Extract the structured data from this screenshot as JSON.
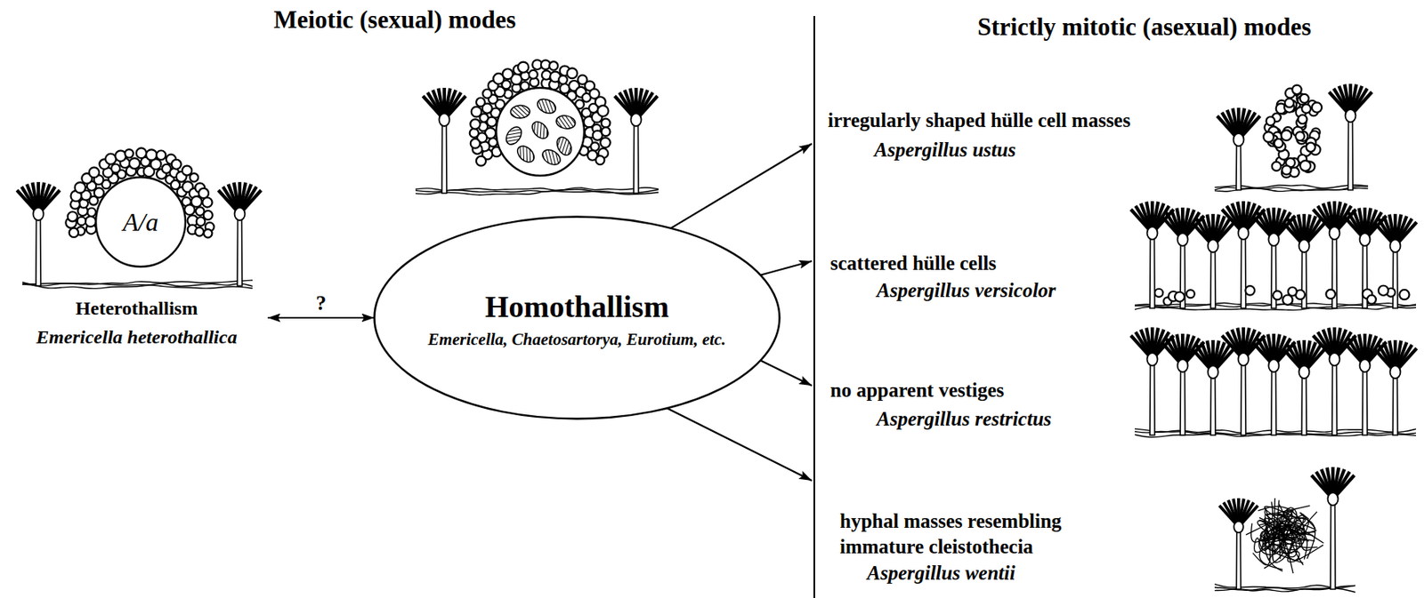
{
  "diagram": {
    "nodes": [
      {
        "text": [
          "A/a",
          "Heterothallism",
          "Emericella heterothallica"
        ]
      },
      {
        "text": [
          "Homothallism",
          "Emericella, Chaetosartorya, Eurotium, etc."
        ]
      },
      {
        "text": [
          "irregularly shaped hülle cell masses",
          "Aspergillus ustus"
        ]
      },
      {
        "text": [
          "scattered hülle cells",
          "Aspergillus versicolor"
        ]
      },
      {
        "text": [
          "no apparent vestiges",
          "Aspergillus restrictus"
        ]
      },
      {
        "text": [
          "hyphal masses resembling immature cleistothecia",
          "Aspergillus wentii"
        ]
      }
    ],
    "edges": [
      {
        "from": 0,
        "to": 1,
        "label": "?",
        "arrow": "both"
      },
      {
        "from": 1,
        "to": 2,
        "arrow": "to"
      },
      {
        "from": 1,
        "to": 3,
        "arrow": "to"
      },
      {
        "from": 1,
        "to": 4,
        "arrow": "to"
      },
      {
        "from": 1,
        "to": 5,
        "arrow": "to"
      }
    ],
    "labels": [
      "Meiotic (sexual) modes",
      "Strictly mitotic (asexual) modes"
    ]
  }
}
